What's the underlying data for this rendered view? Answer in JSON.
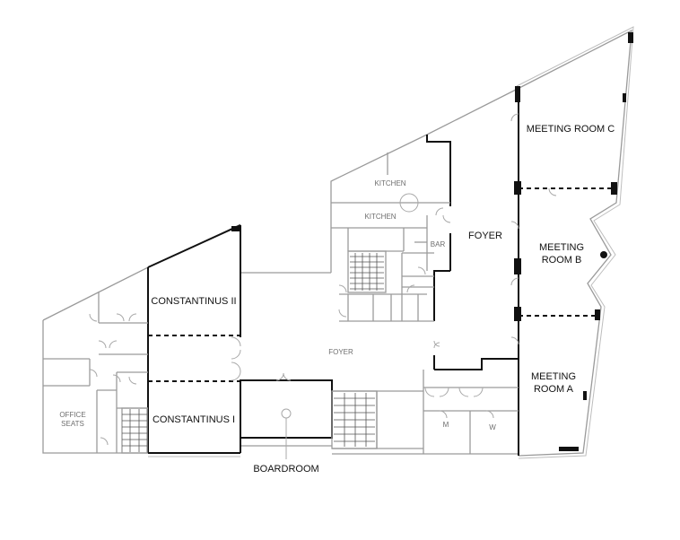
{
  "floor_plan": {
    "rooms": {
      "meeting_room_c": "MEETING ROOM C",
      "meeting_room_b_line1": "MEETING",
      "meeting_room_b_line2": "ROOM B",
      "meeting_room_a_line1": "MEETING",
      "meeting_room_a_line2": "ROOM A",
      "foyer_main": "FOYER",
      "foyer_center": "FOYER",
      "kitchen_upper": "KITCHEN",
      "kitchen_lower": "KITCHEN",
      "bar": "BAR",
      "constantinus_ii": "CONSTANTINUS II",
      "constantinus_i": "CONSTANTINUS I",
      "office_seats_line1": "OFFICE",
      "office_seats_line2": "SEATS",
      "boardroom": "BOARDROOM",
      "restroom_m": "M",
      "restroom_w": "W"
    }
  }
}
